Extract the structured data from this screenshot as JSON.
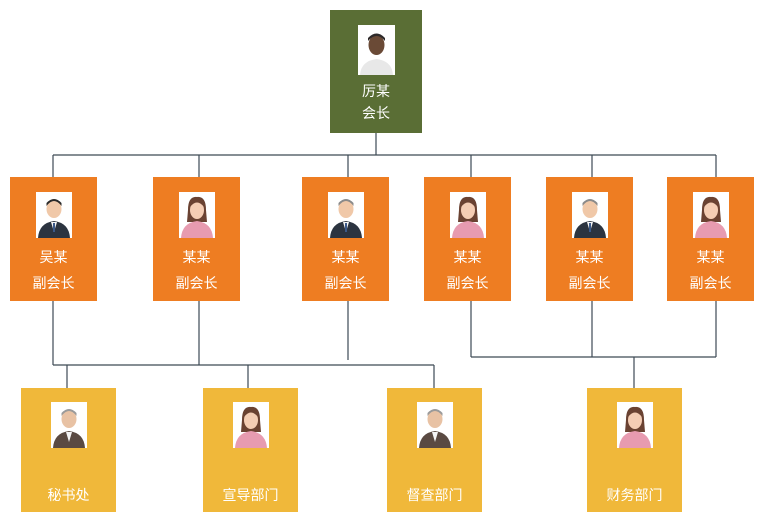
{
  "chairman": {
    "name": "厉某",
    "role": "会长",
    "photo_icon": "male-person-icon"
  },
  "vice_chairs": [
    {
      "name": "吴某",
      "role": "副会长",
      "photo_icon": "male-person-icon"
    },
    {
      "name": "某某",
      "role": "副会长",
      "photo_icon": "female-person-icon"
    },
    {
      "name": "某某",
      "role": "副会长",
      "photo_icon": "male-person-icon"
    },
    {
      "name": "某某",
      "role": "副会长",
      "photo_icon": "female-person-icon"
    },
    {
      "name": "某某",
      "role": "副会长",
      "photo_icon": "male-person-icon"
    },
    {
      "name": "某某",
      "role": "副会长",
      "photo_icon": "female-person-icon"
    }
  ],
  "departments": [
    {
      "label": "秘书处",
      "photo_icon": "male-person-icon"
    },
    {
      "label": "宣导部门",
      "photo_icon": "female-person-icon"
    },
    {
      "label": "督查部门",
      "photo_icon": "male-person-icon"
    },
    {
      "label": "财务部门",
      "photo_icon": "female-person-icon"
    }
  ],
  "colors": {
    "chairman_box": "#5a6e35",
    "vice_chair_box": "#ee7d22",
    "department_box": "#f0b83a",
    "connector_line": "#3d4a55"
  }
}
